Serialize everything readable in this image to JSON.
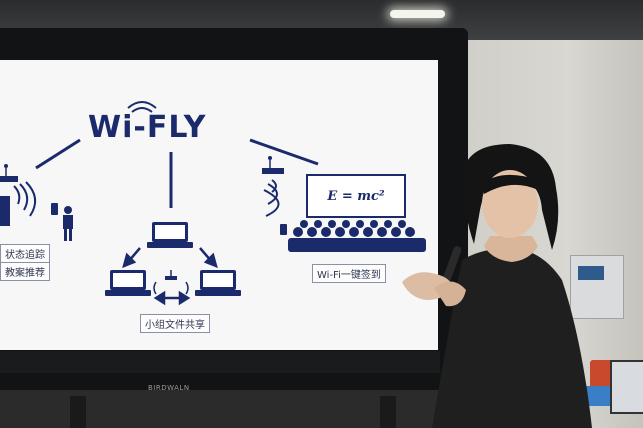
{
  "slide": {
    "title": "Wi-FLY",
    "labels": {
      "status_tracking": "状态追踪",
      "teaching_recommend": "教案推荐",
      "group_file_share": "小组文件共享",
      "wifi_checkin": "Wi-Fi一键签到"
    },
    "equation": "E = mc²"
  },
  "monitor": {
    "brand": "BIRDWALN"
  },
  "colors": {
    "slide_navy": "#1b2a6b",
    "slide_background": "#f7f7f8",
    "tv_frame": "#111315"
  }
}
